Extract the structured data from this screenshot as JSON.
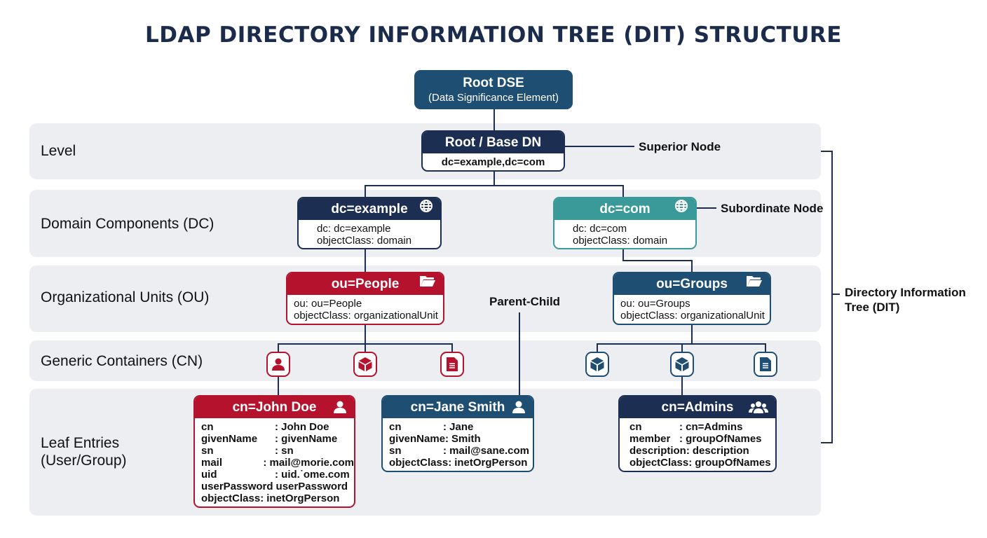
{
  "title": "LDAP DIRECTORY INFORMATION TREE (DIT) STRUCTURE",
  "colors": {
    "navy": "#1c2f52",
    "teal": "#3a9a9a",
    "red": "#b5122e",
    "steel": "#1f4e73",
    "band": "#eceef2"
  },
  "levels": [
    "Level",
    "Domain Components (DC)",
    "Organizational Units (OU)",
    "Generic Containers (CN)",
    "Leaf Entries\n(User/Group)"
  ],
  "root_dse": {
    "title": "Root DSE",
    "subtitle": "(Data Significance Element)"
  },
  "base_dn": {
    "title": "Root / Base DN",
    "value": "dc=example,dc=com"
  },
  "annotations": {
    "superior": "Superior Node",
    "subordinate": "Subordinate Node",
    "parent_child": "Parent-Child",
    "dit": "Directory Information\nTree (DIT)"
  },
  "dc_example": {
    "title": "dc=example",
    "icon": "globe-icon",
    "lines": [
      "dc: dc=example",
      "objectClass: domain"
    ]
  },
  "dc_com": {
    "title": "dc=com",
    "icon": "globe-icon",
    "lines": [
      "dc: dc=com",
      "objectClass: domain"
    ]
  },
  "ou_people": {
    "title": "ou=People",
    "icon": "folder-icon",
    "lines": [
      "ou: ou=People",
      "objectClass: organizationalUnit"
    ]
  },
  "ou_groups": {
    "title": "ou=Groups",
    "icon": "folder-icon",
    "lines": [
      "ou: ou=Groups",
      "objectClass: organizationalUnit"
    ]
  },
  "containers": [
    "user-icon",
    "cube-icon",
    "document-icon",
    "cube-icon",
    "cube-icon",
    "document-icon"
  ],
  "john": {
    "title": "cn=John Doe",
    "icon": "user-icon",
    "keys": [
      "cn",
      "givenName",
      "sn",
      "mail",
      "uid",
      "userPassword",
      "objectClass:"
    ],
    "values": [
      ": John Doe",
      ": givenName",
      ": sn",
      ": mail@morie.com",
      ": uid.˙ome.com",
      "userPassword",
      "inetOrgPerson"
    ]
  },
  "jane": {
    "title": "cn=Jane Smith",
    "icon": "user-icon",
    "keys": [
      "cn",
      "givenName:",
      "sn",
      "objectClass:"
    ],
    "values": [
      ": Jane",
      "Smith",
      ": mail@sane.com",
      "inetOrgPerson"
    ]
  },
  "admins": {
    "title": "cn=Admins",
    "icon": "users-icon",
    "keys": [
      "cn",
      "member",
      "description:",
      "objectClass:"
    ],
    "values": [
      ": cn=Admins",
      ": groupOfNames",
      "description",
      "groupOfNames"
    ]
  }
}
